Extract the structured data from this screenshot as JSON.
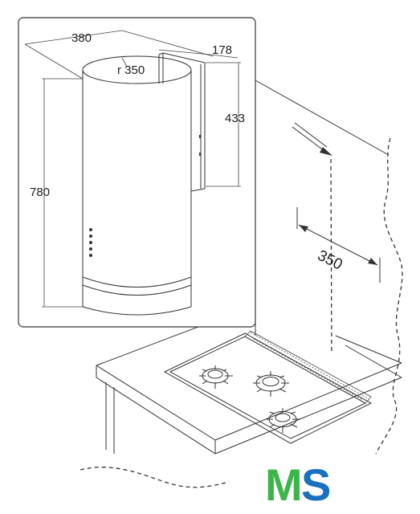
{
  "detail": {
    "width_label": "380",
    "depth_label": "178",
    "radius_label": "r 350",
    "chimney_label": "433",
    "height_label": "780"
  },
  "scene": {
    "distance_label": "350"
  },
  "logo": {
    "text": "MS",
    "left_color": "#3cb54a",
    "right_color": "#1a6fbf"
  }
}
